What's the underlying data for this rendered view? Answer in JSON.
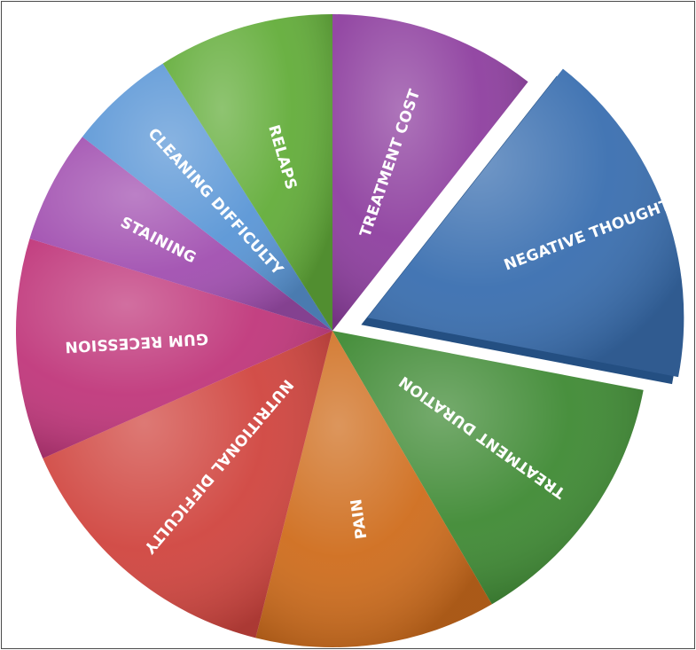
{
  "chart_data": {
    "type": "pie",
    "title": "",
    "slices": [
      {
        "label": "TREATMENT COST",
        "value": 10.6,
        "color": "#8e3f9f",
        "exploded": false
      },
      {
        "label": "NEGATIVE THOUGHTS",
        "value": 17.4,
        "color": "#3a6fb0",
        "exploded": true
      },
      {
        "label": "TREATMENT DURATION",
        "value": 13.6,
        "color": "#3f8a34",
        "exploded": false
      },
      {
        "label": "PAIN",
        "value": 12.3,
        "color": "#cf6d1d",
        "exploded": false
      },
      {
        "label": "NUTRITIONAL DIFFICULTY",
        "value": 14.5,
        "color": "#d0453f",
        "exploded": false
      },
      {
        "label": "GUM RECESSION",
        "value": 11.3,
        "color": "#c0377b",
        "exploded": false
      },
      {
        "label": "STAINING",
        "value": 5.8,
        "color": "#a14fb0",
        "exploded": false
      },
      {
        "label": "CLEANING DIFFICULTY",
        "value": 5.5,
        "color": "#5a96d6",
        "exploded": false
      },
      {
        "label": "RELAPS",
        "value": 9.0,
        "color": "#63ad3a",
        "exploded": false
      }
    ]
  }
}
